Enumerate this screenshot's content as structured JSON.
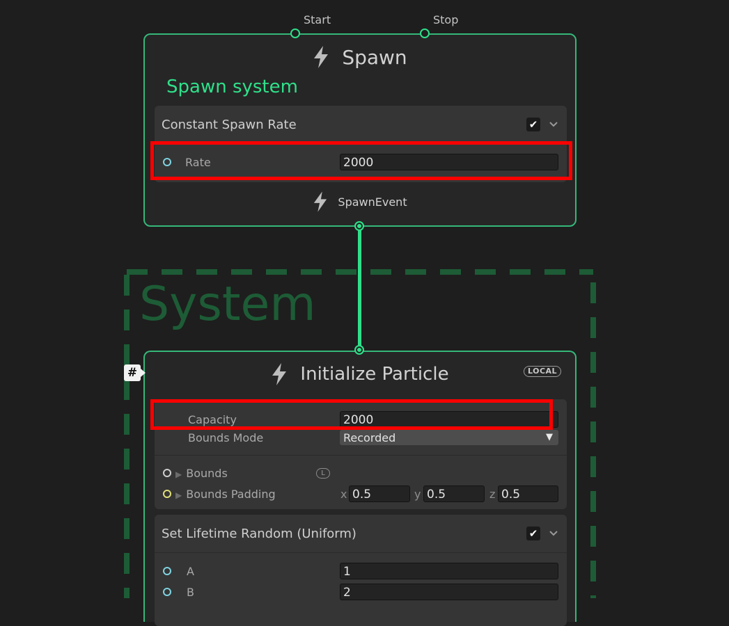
{
  "spawn_context": {
    "title": "Spawn",
    "ports": {
      "start": "Start",
      "stop": "Stop"
    },
    "system_name": "Spawn system",
    "output_label": "SpawnEvent",
    "block": {
      "title": "Constant Spawn Rate",
      "enabled": true,
      "rate_label": "Rate",
      "rate_value": "2000"
    }
  },
  "system": {
    "label": "System",
    "color": "#1d5c36"
  },
  "init_context": {
    "title": "Initialize Particle",
    "space_badge": "LOCAL",
    "hash_icon_text": "#",
    "settings": {
      "capacity_label": "Capacity",
      "capacity_value": "2000",
      "bounds_mode_label": "Bounds Mode",
      "bounds_mode_value": "Recorded",
      "bounds_label": "Bounds",
      "bounds_space_badge": "L",
      "bounds_padding_label": "Bounds Padding",
      "padding": {
        "x_label": "x",
        "x": "0.5",
        "y_label": "y",
        "y": "0.5",
        "z_label": "z",
        "z": "0.5"
      }
    },
    "lifetime_block": {
      "title": "Set Lifetime Random (Uniform)",
      "enabled": true,
      "a_label": "A",
      "a_value": "1",
      "b_label": "B",
      "b_value": "2"
    }
  },
  "colors": {
    "flow_green": "#2fe08a",
    "context_border": "#35b87a",
    "highlight_red": "#ff0000",
    "system_name_green": "#2fe08a"
  },
  "icons": [
    "bolt-icon",
    "checkbox-checked-icon",
    "chevron-down-icon",
    "triangle-right-icon",
    "caret-down-icon",
    "hash-icon"
  ]
}
